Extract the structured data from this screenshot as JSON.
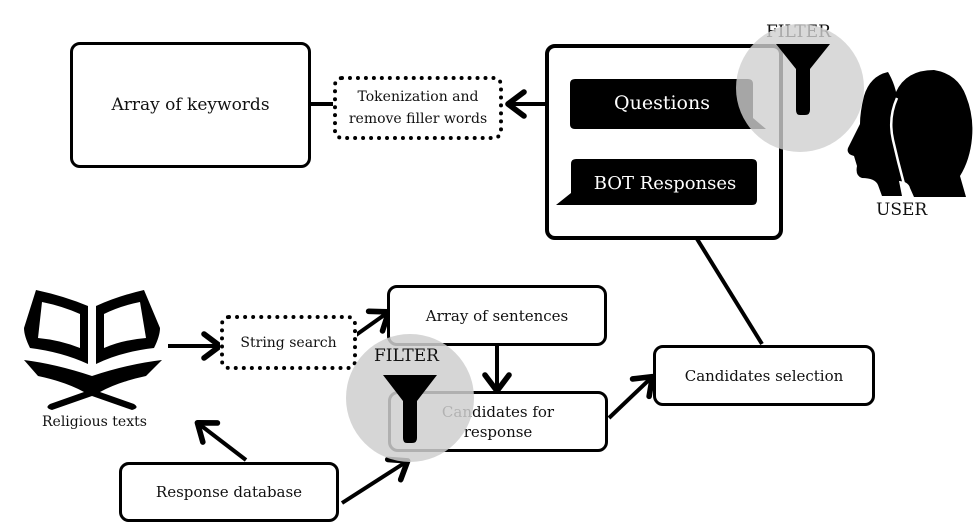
{
  "nodes": {
    "array_of_keywords": "Array of keywords",
    "tokenization": [
      "Tokenization and",
      "remove filler words"
    ],
    "questions": "Questions",
    "bot_responses": "BOT Responses",
    "filter_top": "FILTER",
    "user": "USER",
    "religious_texts": "Religious texts",
    "string_search": "String search",
    "array_of_sentences": "Array of sentences",
    "filter_bottom": "FILTER",
    "candidates_for_response": [
      "Candidates for",
      "response"
    ],
    "candidates_selection": "Candidates selection",
    "response_database": "Response database"
  },
  "icons": {
    "filter": "funnel-icon",
    "user": "two-heads-silhouette-icon",
    "book": "open-book-on-stand-icon"
  },
  "colors": {
    "ink": "#000000",
    "filter_halo": "#cfcfcf",
    "background": "#ffffff"
  }
}
